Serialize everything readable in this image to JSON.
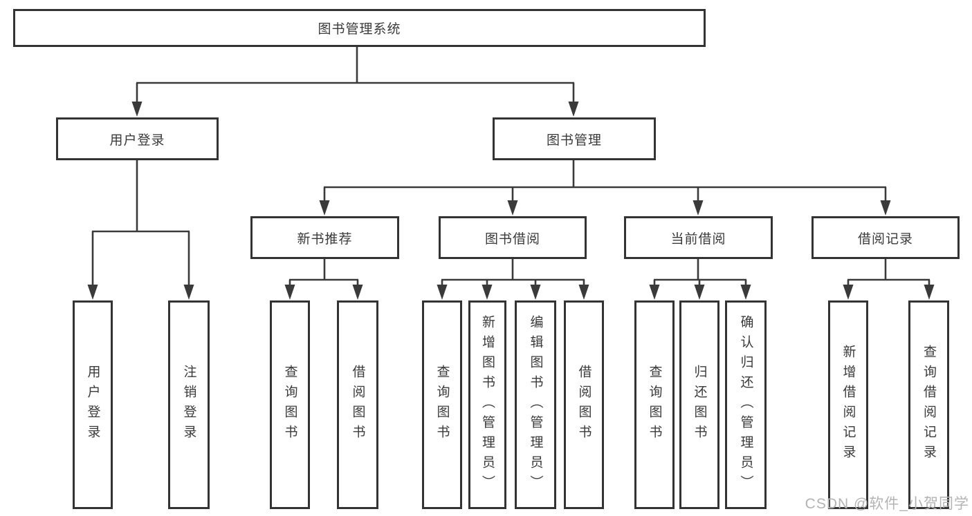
{
  "tree": {
    "label": "图书管理系统",
    "children": [
      {
        "label": "用户登录",
        "children": [
          {
            "label": "用户登录"
          },
          {
            "label": "注销登录"
          }
        ]
      },
      {
        "label": "图书管理",
        "children": [
          {
            "label": "新书推荐",
            "children": [
              {
                "label": "查询图书"
              },
              {
                "label": "借阅图书"
              }
            ]
          },
          {
            "label": "图书借阅",
            "children": [
              {
                "label": "查询图书"
              },
              {
                "label": "新增图书（管理员）"
              },
              {
                "label": "编辑图书（管理员）"
              },
              {
                "label": "借阅图书"
              }
            ]
          },
          {
            "label": "当前借阅",
            "children": [
              {
                "label": "查询图书"
              },
              {
                "label": "归还图书"
              },
              {
                "label": "确认归还（管理员）"
              }
            ]
          },
          {
            "label": "借阅记录",
            "children": [
              {
                "label": "新增借阅记录"
              },
              {
                "label": "查询借阅记录"
              }
            ]
          }
        ]
      }
    ]
  },
  "watermark": "CSDN @软件_小贺同学",
  "colors": {
    "line": "#3a3a3a",
    "border": "#333333",
    "text": "#3a3a3a",
    "watermark": "#b3b3b3",
    "background": "#ffffff"
  }
}
